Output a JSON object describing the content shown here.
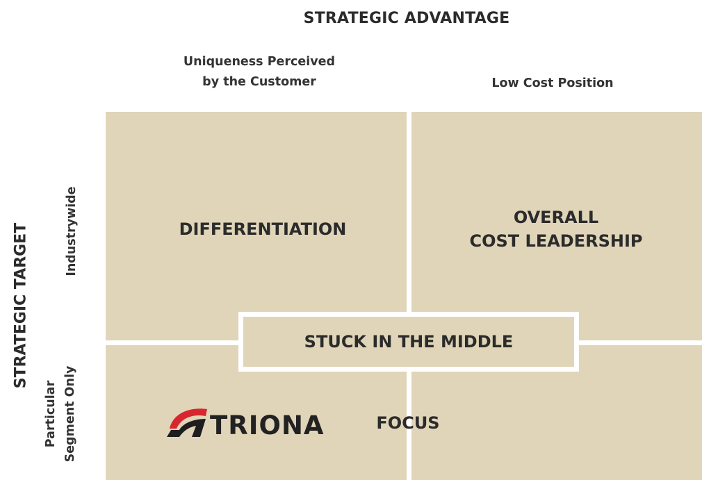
{
  "header": {
    "title": "STRATEGIC ADVANTAGE",
    "columns": [
      {
        "line1": "Uniqueness Perceived",
        "line2": "by the Customer"
      },
      {
        "label": "Low Cost Position"
      }
    ]
  },
  "side": {
    "title": "STRATEGIC TARGET",
    "rows": [
      {
        "label": "Industrywide"
      },
      {
        "line1": "Particular",
        "line2": "Segment Only"
      }
    ]
  },
  "quadrants": {
    "differentiation": "DIFFERENTIATION",
    "cost_leadership": {
      "line1": "OVERALL",
      "line2": "COST LEADERSHIP"
    },
    "focus": "FOCUS",
    "stuck": "STUCK IN THE MIDDLE"
  },
  "logo": {
    "text": "TRIONA",
    "colors": {
      "red": "#d8262f",
      "black": "#1e1e1e"
    }
  },
  "colors": {
    "quadrant_fill": "#e0d5b8",
    "divider": "#ffffff",
    "text": "#2b2b2b"
  }
}
